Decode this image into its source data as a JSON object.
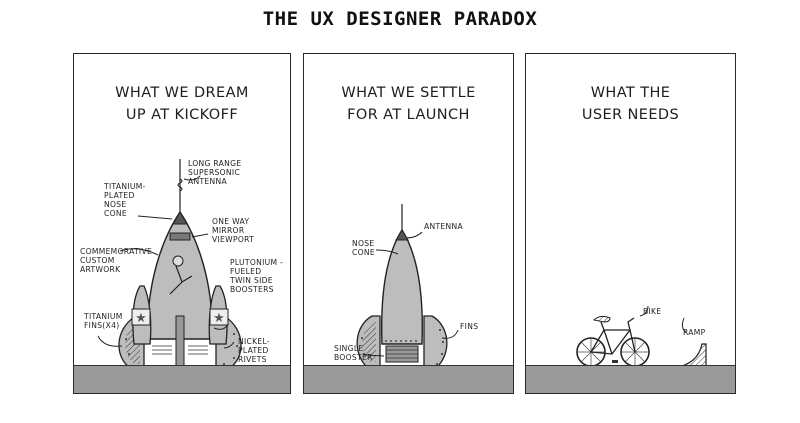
{
  "title": "THE UX DESIGNER PARADOX",
  "colors": {
    "ink": "#1e1e1e",
    "ground": "#9a9a9a",
    "rocket_fill": "#bdbdbd",
    "background": "#ffffff"
  },
  "panels": [
    {
      "heading": "WHAT WE DREAM\nUP AT KICKOFF",
      "illustration": "rocket-deluxe",
      "labels": {
        "antenna": "LONG RANGE\nSUPERSONIC\nANTENNA",
        "nose_cone": "TITANIUM-\nPLATED\nNOSE\nCONE",
        "viewport": "ONE WAY\nMIRROR\nVIEWPORT",
        "artwork": "COMMEMORATIVE\nCUSTOM\nARTWORK",
        "boosters": "PLUTONIUM -\nFUELED\nTWIN SIDE\nBOOSTERS",
        "fins": "TITANIUM\nFINS(x4)",
        "rivets": "NICKEL-\nPLATED\nRIVETS"
      }
    },
    {
      "heading": "WHAT WE SETTLE\nFOR AT LAUNCH",
      "illustration": "rocket-basic",
      "labels": {
        "antenna": "ANTENNA",
        "nose_cone": "NOSE\nCONE",
        "fins": "FINS",
        "booster": "SINGLE\nBOOSTER"
      }
    },
    {
      "heading": "WHAT THE\nUSER NEEDS",
      "illustration": "bike-and-ramp",
      "labels": {
        "bike": "BIKE",
        "ramp": "RAMP"
      }
    }
  ]
}
